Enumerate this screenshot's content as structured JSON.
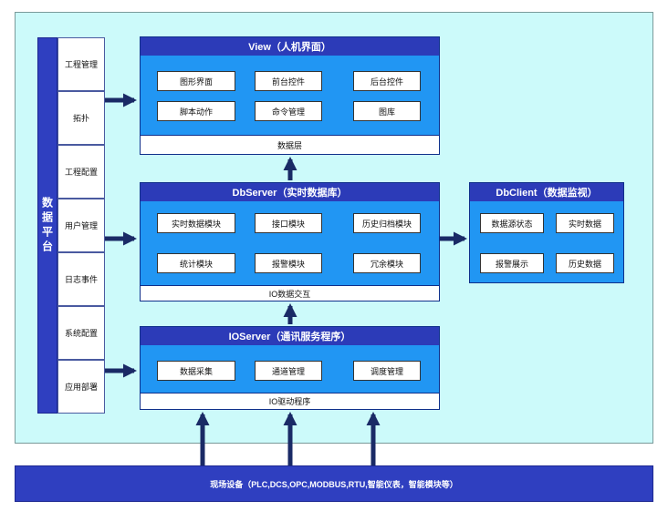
{
  "platform": {
    "title": "数据平台",
    "menu": [
      "工程管理",
      "拓扑",
      "工程配置",
      "用户管理",
      "日志事件",
      "系统配置",
      "应用部署"
    ]
  },
  "view": {
    "title": "View（人机界面）",
    "modules": [
      "图形界面",
      "前台控件",
      "后台控件",
      "脚本动作",
      "命令管理",
      "图库"
    ],
    "footer": "数据层"
  },
  "dbserver": {
    "title": "DbServer（实时数据库）",
    "modules": [
      "实时数据模块",
      "接口模块",
      "历史归档模块",
      "统计模块",
      "报警模块",
      "冗余模块"
    ],
    "footer": "IO数据交互"
  },
  "dbclient": {
    "title": "DbClient（数据监视）",
    "modules": [
      "数据源状态",
      "实时数据",
      "报警展示",
      "历史数据"
    ]
  },
  "ioserver": {
    "title": "IOServer（通讯服务程序）",
    "modules": [
      "数据采集",
      "通道管理",
      "调度管理"
    ],
    "footer": "IO驱动程序"
  },
  "field_devices": "现场设备（PLC,DCS,OPC,MODBUS,RTU,智能仪表，智能模块等）",
  "colors": {
    "background": "#ccfafa",
    "panel": "#2196f3",
    "panel_title": "#2c3bb8",
    "arrow": "#1a2a66"
  }
}
